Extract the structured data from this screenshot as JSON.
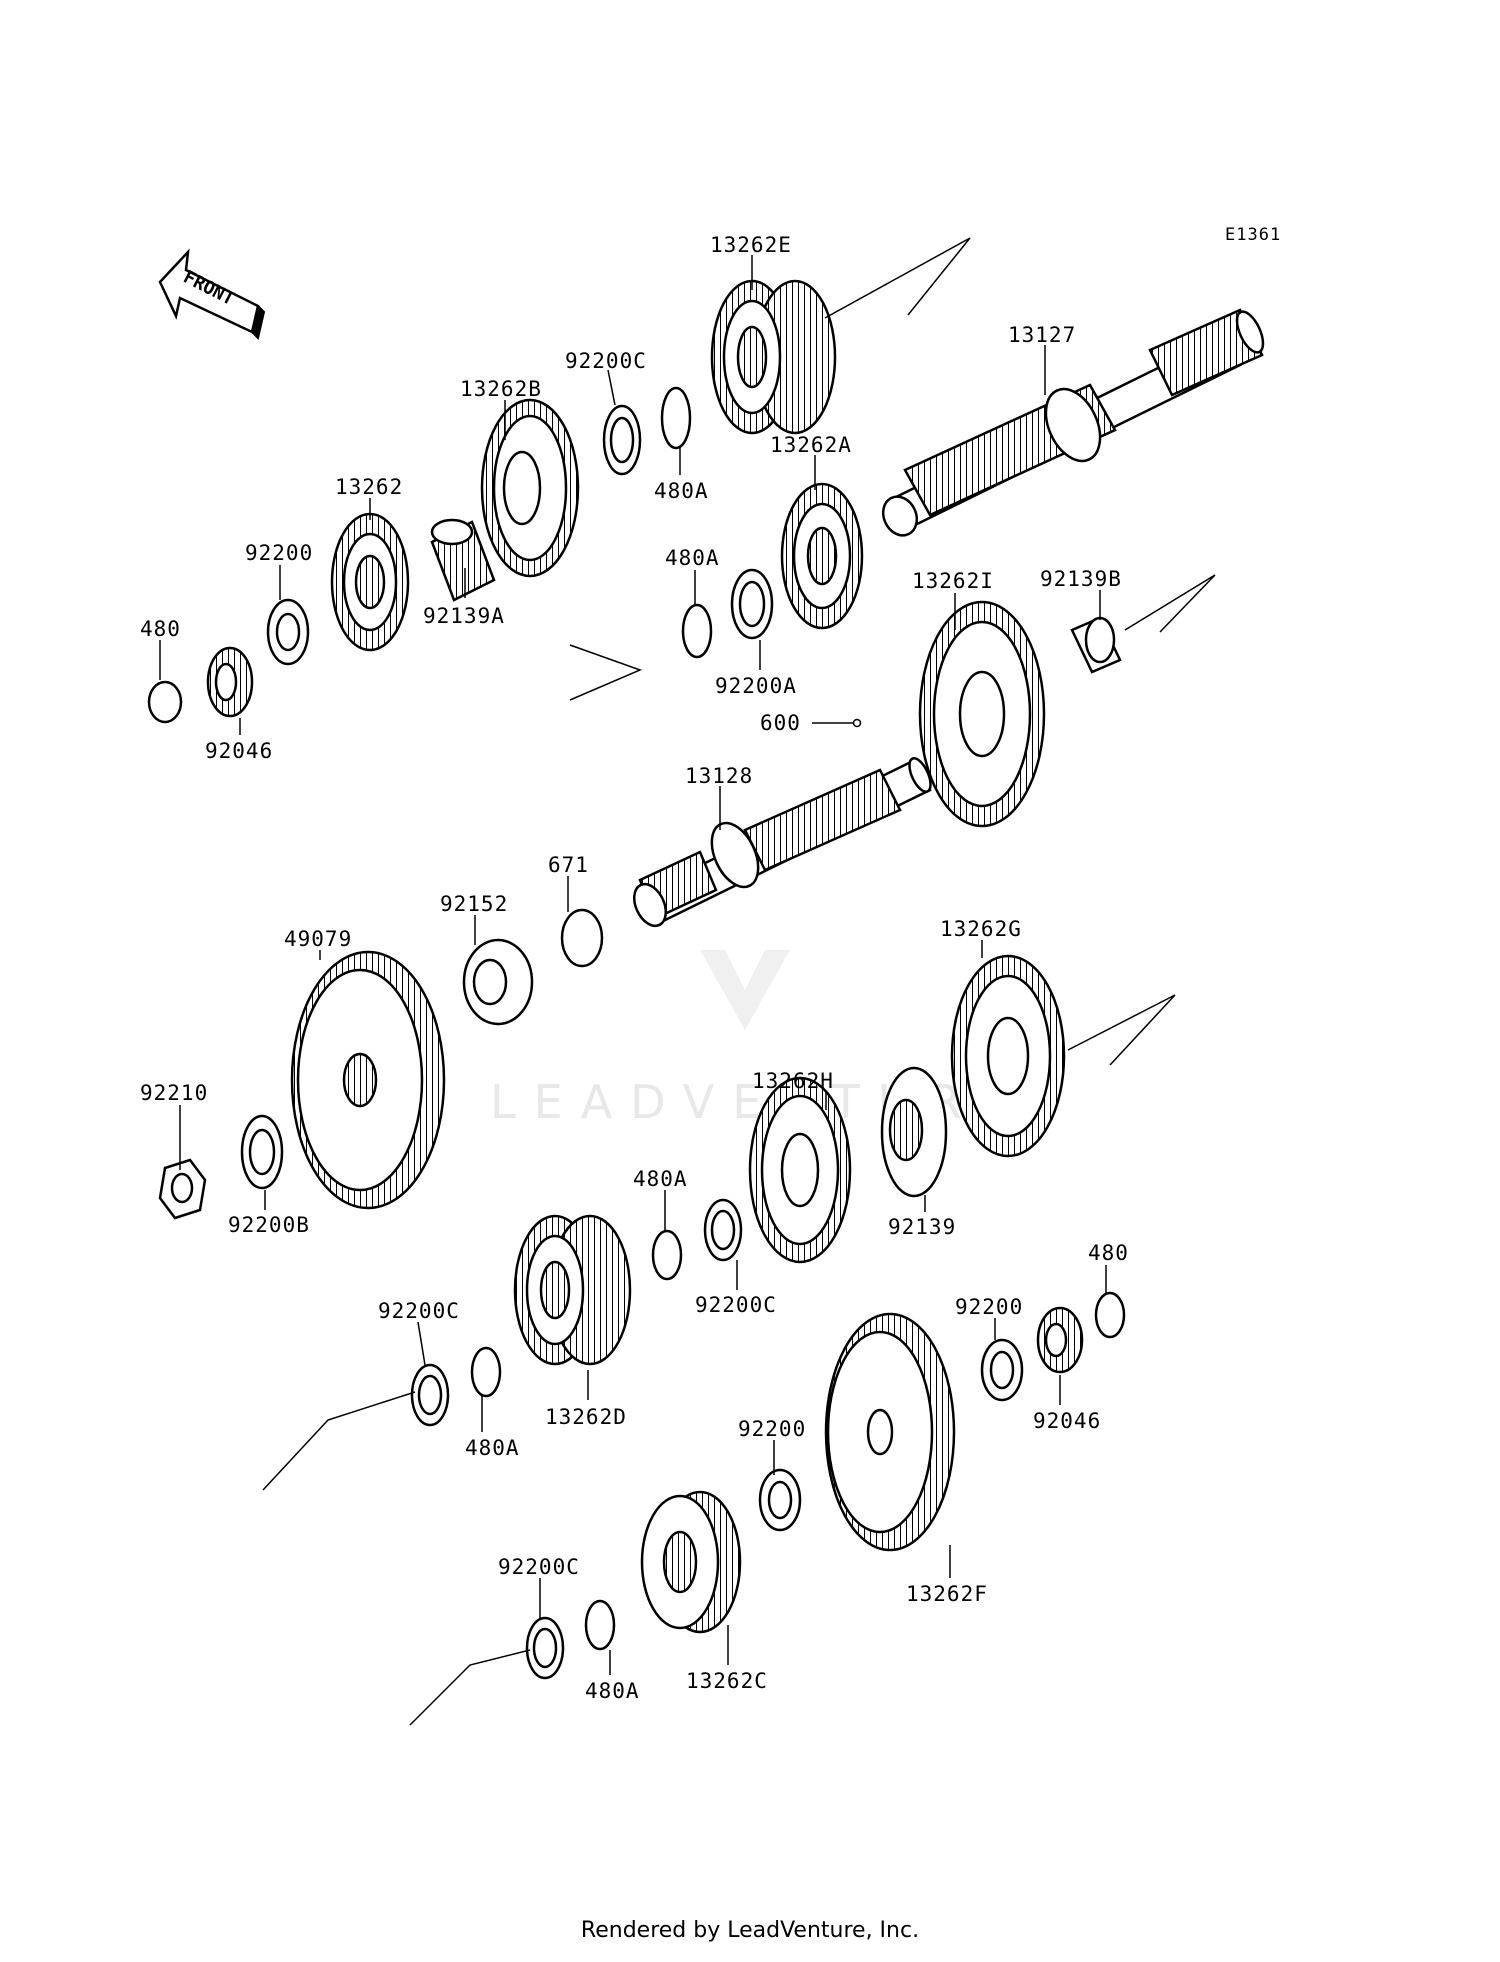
{
  "diagram_code": "E1361",
  "front_label": "FRONT",
  "watermark": "LEADVENTURE",
  "footer": "Rendered by LeadVenture, Inc.",
  "parts": [
    {
      "id": "p1",
      "label": "13262E"
    },
    {
      "id": "p2",
      "label": "13127"
    },
    {
      "id": "p3",
      "label": "92200C"
    },
    {
      "id": "p4",
      "label": "13262B"
    },
    {
      "id": "p5",
      "label": "480A"
    },
    {
      "id": "p6",
      "label": "13262A"
    },
    {
      "id": "p7",
      "label": "13262"
    },
    {
      "id": "p8",
      "label": "92139A"
    },
    {
      "id": "p9",
      "label": "92200"
    },
    {
      "id": "p10",
      "label": "480"
    },
    {
      "id": "p11",
      "label": "92046"
    },
    {
      "id": "p12",
      "label": "480A"
    },
    {
      "id": "p13",
      "label": "92200A"
    },
    {
      "id": "p14",
      "label": "13262I"
    },
    {
      "id": "p15",
      "label": "92139B"
    },
    {
      "id": "p16",
      "label": "600"
    },
    {
      "id": "p17",
      "label": "13128"
    },
    {
      "id": "p18",
      "label": "671"
    },
    {
      "id": "p19",
      "label": "92152"
    },
    {
      "id": "p20",
      "label": "49079"
    },
    {
      "id": "p21",
      "label": "13262G"
    },
    {
      "id": "p22",
      "label": "13262H"
    },
    {
      "id": "p23",
      "label": "92210"
    },
    {
      "id": "p24",
      "label": "92200B"
    },
    {
      "id": "p25",
      "label": "92139"
    },
    {
      "id": "p26",
      "label": "480A"
    },
    {
      "id": "p27",
      "label": "92200C"
    },
    {
      "id": "p28",
      "label": "480"
    },
    {
      "id": "p29",
      "label": "92200C"
    },
    {
      "id": "p30",
      "label": "92200"
    },
    {
      "id": "p31",
      "label": "480A"
    },
    {
      "id": "p32",
      "label": "13262D"
    },
    {
      "id": "p33",
      "label": "92046"
    },
    {
      "id": "p34",
      "label": "92200"
    },
    {
      "id": "p35",
      "label": "13262F"
    },
    {
      "id": "p36",
      "label": "92200C"
    },
    {
      "id": "p37",
      "label": "480A"
    },
    {
      "id": "p38",
      "label": "13262C"
    }
  ]
}
